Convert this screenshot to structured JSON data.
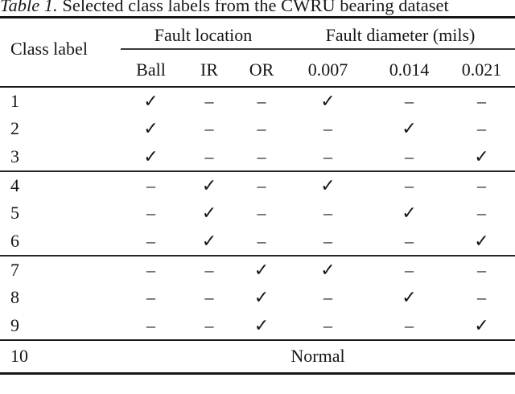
{
  "caption": {
    "label": "Table 1.",
    "text": " Selected class labels from the CWRU bearing dataset"
  },
  "table": {
    "corner_header": "Class label",
    "groups": [
      {
        "label": "Fault location",
        "cols": [
          "Ball",
          "IR",
          "OR"
        ]
      },
      {
        "label": "Fault diameter (mils)",
        "cols": [
          "0.007",
          "0.014",
          "0.021"
        ]
      }
    ],
    "rows": [
      {
        "label": "1",
        "cells": [
          "✓",
          "–",
          "–",
          "✓",
          "–",
          "–"
        ]
      },
      {
        "label": "2",
        "cells": [
          "✓",
          "–",
          "–",
          "–",
          "✓",
          "–"
        ]
      },
      {
        "label": "3",
        "cells": [
          "✓",
          "–",
          "–",
          "–",
          "–",
          "✓"
        ]
      },
      {
        "label": "4",
        "cells": [
          "–",
          "✓",
          "–",
          "✓",
          "–",
          "–"
        ]
      },
      {
        "label": "5",
        "cells": [
          "–",
          "✓",
          "–",
          "–",
          "✓",
          "–"
        ]
      },
      {
        "label": "6",
        "cells": [
          "–",
          "✓",
          "–",
          "–",
          "–",
          "✓"
        ]
      },
      {
        "label": "7",
        "cells": [
          "–",
          "–",
          "✓",
          "✓",
          "–",
          "–"
        ]
      },
      {
        "label": "8",
        "cells": [
          "–",
          "–",
          "✓",
          "–",
          "✓",
          "–"
        ]
      },
      {
        "label": "9",
        "cells": [
          "–",
          "–",
          "✓",
          "–",
          "–",
          "✓"
        ]
      }
    ],
    "footer": {
      "label": "10",
      "value": "Normal"
    }
  }
}
